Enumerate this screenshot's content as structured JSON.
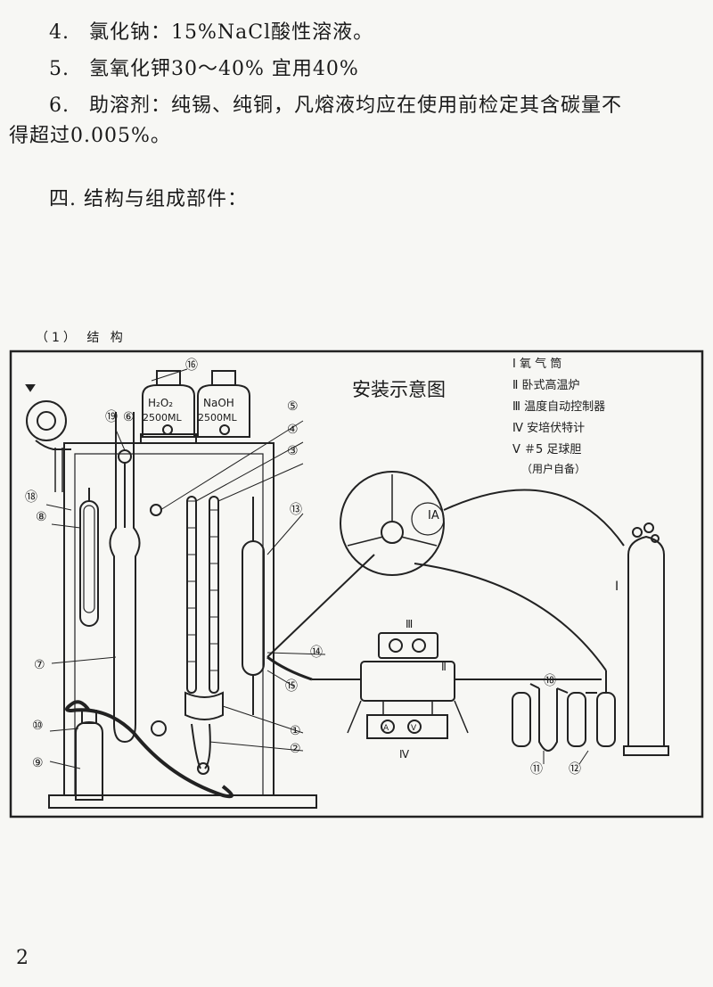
{
  "text": {
    "line1_num": "4.",
    "line1_text": "氯化钠：15%NaCl酸性溶液。",
    "line2_num": "5.",
    "line2_text": "氢氧化钾30～40% 宜用40%",
    "line3_num": "6.",
    "line3_text": "助溶剂：纯锡、纯铜，凡熔液均应在使用前检定其含碳量不",
    "line4_text": "得超过0.005%。",
    "section_heading": "四. 结构与组成部件：",
    "subheading": "（1） 结 构",
    "page_number": "2"
  },
  "diagram": {
    "title": "安装示意图",
    "legend": [
      "Ⅰ 氧 气 筒",
      "Ⅱ 卧式高温炉",
      "Ⅲ 温度自动控制器",
      "Ⅳ 安培伏特计",
      "Ⅴ ＃5 足球胆",
      "（用户自备）"
    ],
    "bottle_left": {
      "formula": "H₂O₂",
      "volume": "2500ML"
    },
    "bottle_right": {
      "formula": "NaOH",
      "volume": "2500ML"
    },
    "callouts": [
      "⑯",
      "⑲",
      "⑥",
      "⑤",
      "④",
      "③",
      "⑬",
      "⑱",
      "⑧",
      "⑦",
      "⑩",
      "⑨",
      "①",
      "②",
      "⑭",
      "⑮",
      "⑪",
      "⑫",
      "⑱",
      "ⅠA"
    ],
    "roman_labels": [
      "Ⅰ",
      "Ⅱ",
      "Ⅲ",
      "Ⅳ",
      "V",
      "A"
    ]
  }
}
